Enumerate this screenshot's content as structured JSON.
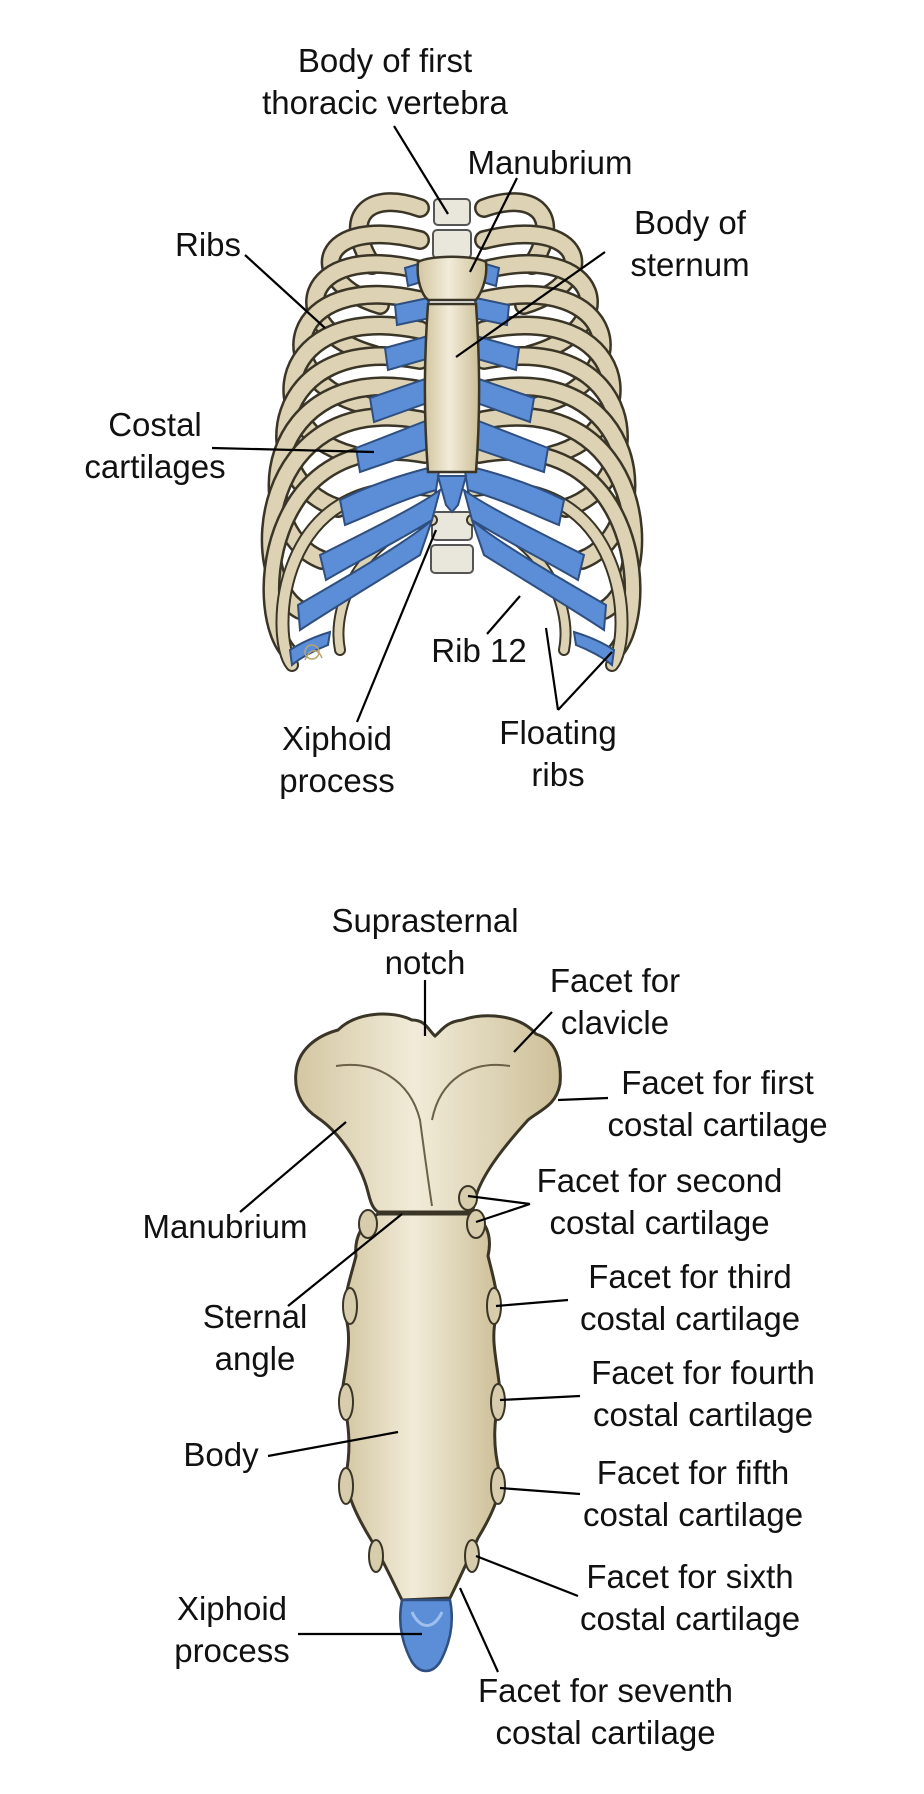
{
  "colors": {
    "bone": "#e4dcc2",
    "bone_shade": "#c9bb94",
    "outline": "#3a3526",
    "cartilage": "#5b8ed6",
    "cartilage_dark": "#3f6fb8",
    "leader": "#000000"
  },
  "ribcage": {
    "labels": {
      "vertebra": [
        "Body of first",
        "thoracic vertebra"
      ],
      "manubrium": [
        "Manubrium"
      ],
      "body_sternum": [
        "Body of",
        "sternum"
      ],
      "ribs": [
        "Ribs"
      ],
      "costal": [
        "Costal",
        "cartilages"
      ],
      "rib12": [
        "Rib 12"
      ],
      "xiphoid": [
        "Xiphoid",
        "process"
      ],
      "floating": [
        "Floating",
        "ribs"
      ]
    }
  },
  "sternum": {
    "labels": {
      "suprasternal": [
        "Suprasternal",
        "notch"
      ],
      "clavicle": [
        "Facet for",
        "clavicle"
      ],
      "first": [
        "Facet for first",
        "costal cartilage"
      ],
      "second": [
        "Facet for second",
        "costal cartilage"
      ],
      "manubrium": [
        "Manubrium"
      ],
      "sternal_angle": [
        "Sternal",
        "angle"
      ],
      "third": [
        "Facet for third",
        "costal cartilage"
      ],
      "fourth": [
        "Facet for fourth",
        "costal cartilage"
      ],
      "body": [
        "Body"
      ],
      "fifth": [
        "Facet for fifth",
        "costal cartilage"
      ],
      "sixth": [
        "Facet for sixth",
        "costal cartilage"
      ],
      "xiphoid": [
        "Xiphoid",
        "process"
      ],
      "seventh": [
        "Facet for seventh",
        "costal cartilage"
      ]
    }
  }
}
